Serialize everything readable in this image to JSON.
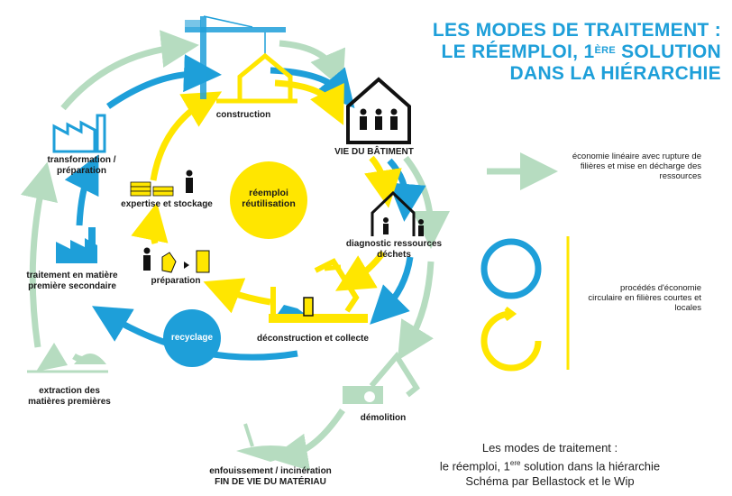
{
  "title": {
    "line1": "LES MODES DE TRAITEMENT :",
    "line2_pre": "LE RÉEMPLOI, 1",
    "line2_sup": "ÈRE",
    "line2_post": " SOLUTION",
    "line3": "DANS LA HIÉRARCHIE"
  },
  "nodes": {
    "construction": "construction",
    "vie_batiment": "VIE DU BÂTIMENT",
    "diagnostic": "diagnostic ressources déchets",
    "deconstruction": "déconstruction et collecte",
    "demolition": "démolition",
    "enfouissement_line1": "enfouissement / incinération",
    "enfouissement_line2": "FIN DE VIE DU MATÉRIAU",
    "extraction": "extraction des matières premières",
    "traitement": "traitement en matière première secondaire",
    "transformation": "transformation / préparation",
    "expertise": "expertise et stockage",
    "preparation": "préparation",
    "reemploi": "réemploi réutilisation",
    "recyclage": "recyclage"
  },
  "legend": {
    "linear": "économie linéaire avec rupture de filières et mise en décharge des ressources",
    "circular": "procédés d'économie circulaire en filières courtes et locales"
  },
  "caption": {
    "line1": "Les modes de traitement :",
    "line2_pre": "le réemploi, 1",
    "line2_sup": "ere",
    "line2_post": " solution dans la hiérarchie",
    "line3": "Schéma par Bellastock et le Wip"
  },
  "colors": {
    "blue": "#1e9fd9",
    "yellow": "#ffe600",
    "green": "#b6dcc0",
    "black": "#111111"
  }
}
